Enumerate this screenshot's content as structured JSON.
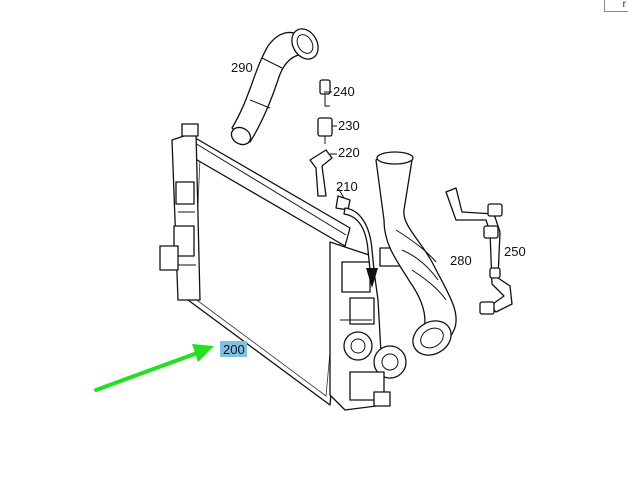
{
  "corner_tab": "r",
  "parts": [
    {
      "id": "p290",
      "label": "290"
    },
    {
      "id": "p240",
      "label": "240"
    },
    {
      "id": "p230",
      "label": "230"
    },
    {
      "id": "p220",
      "label": "220"
    },
    {
      "id": "p210",
      "label": "210"
    },
    {
      "id": "p280",
      "label": "280"
    },
    {
      "id": "p250",
      "label": "250"
    },
    {
      "id": "p200",
      "label": "200",
      "highlighted": true
    }
  ],
  "colors": {
    "highlight_box": "#7ec3e6",
    "pointer_arrow": "#22e022",
    "line": "#111111"
  }
}
